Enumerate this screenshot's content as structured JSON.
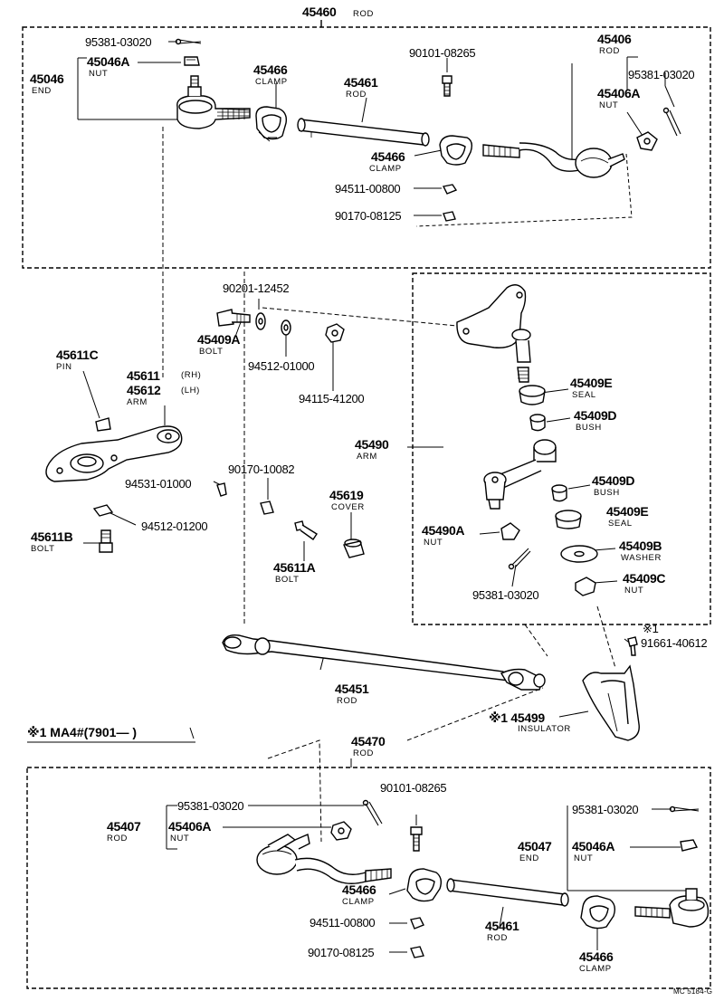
{
  "top_group": {
    "number": "45460",
    "caption": "ROD"
  },
  "t_95381_a": "95381-03020",
  "t_45046": "45046",
  "t_45046_cap": "END",
  "t_45046A": "45046A",
  "t_45046A_cap": "NUT",
  "t_45466_a": "45466",
  "t_45466_a_cap": "CLAMP",
  "t_45461_a": "45461",
  "t_45461_a_cap": "ROD",
  "t_90101_a": "90101-08265",
  "t_45406": "45406",
  "t_45406_cap": "ROD",
  "t_95381_b": "95381-03020",
  "t_45406A_a": "45406A",
  "t_45406A_a_cap": "NUT",
  "t_45466_b": "45466",
  "t_45466_b_cap": "CLAMP",
  "t_94511_a": "94511-00800",
  "t_90170_a": "90170-08125",
  "t_90201": "90201-12452",
  "t_45409A": "45409A",
  "t_45409A_cap": "BOLT",
  "t_94512_a": "94512-01000",
  "t_94115": "94115-41200",
  "t_45611C": "45611C",
  "t_45611C_cap": "PIN",
  "t_45611": "45611",
  "t_rh": "(RH)",
  "t_45612": "45612",
  "t_lh": "(LH)",
  "t_arm_a": "ARM",
  "t_94531": "94531-01000",
  "t_90170_b": "90170-10082",
  "t_94512_b": "94512-01200",
  "t_45611B": "45611B",
  "t_45611B_cap": "BOLT",
  "t_45619": "45619",
  "t_45619_cap": "COVER",
  "t_45611A": "45611A",
  "t_45611A_cap": "BOLT",
  "t_45409E_a": "45409E",
  "t_45409E_a_cap": "SEAL",
  "t_45409D_a": "45409D",
  "t_45409D_a_cap": "BUSH",
  "t_45490": "45490",
  "t_45490_cap": "ARM",
  "t_45409D_b": "45409D",
  "t_45409D_b_cap": "BUSH",
  "t_45409E_b": "45409E",
  "t_45409E_b_cap": "SEAL",
  "t_45490A": "45490A",
  "t_45490A_cap": "NUT",
  "t_45409B": "45409B",
  "t_45409B_cap": "WASHER",
  "t_95381_c": "95381-03020",
  "t_45409C": "45409C",
  "t_45409C_cap": "NUT",
  "t_mark1": "※1",
  "t_91661": "91661-40612",
  "t_45451": "45451",
  "t_45451_cap": "ROD",
  "t_45499": "※1 45499",
  "t_45499_cap": "INSULATOR",
  "footnote": "※1 MA4#(7901—        )",
  "bottom_group": {
    "number": "45470",
    "caption": "ROD"
  },
  "t_95381_d": "95381-03020",
  "t_45407": "45407",
  "t_45407_cap": "ROD",
  "t_45406A_b": "45406A",
  "t_45406A_b_cap": "NUT",
  "t_90101_b": "90101-08265",
  "t_95381_e": "95381-03020",
  "t_45047": "45047",
  "t_45047_cap": "END",
  "t_45046A_b": "45046A",
  "t_45046A_b_cap": "NUT",
  "t_45466_c": "45466",
  "t_45466_c_cap": "CLAMP",
  "t_45461_b": "45461",
  "t_45461_b_cap": "ROD",
  "t_94511_b": "94511-00800",
  "t_90170_c": "90170-08125",
  "t_45466_d": "45466",
  "t_45466_d_cap": "CLAMP",
  "drawing_id": "MC 5184-G"
}
